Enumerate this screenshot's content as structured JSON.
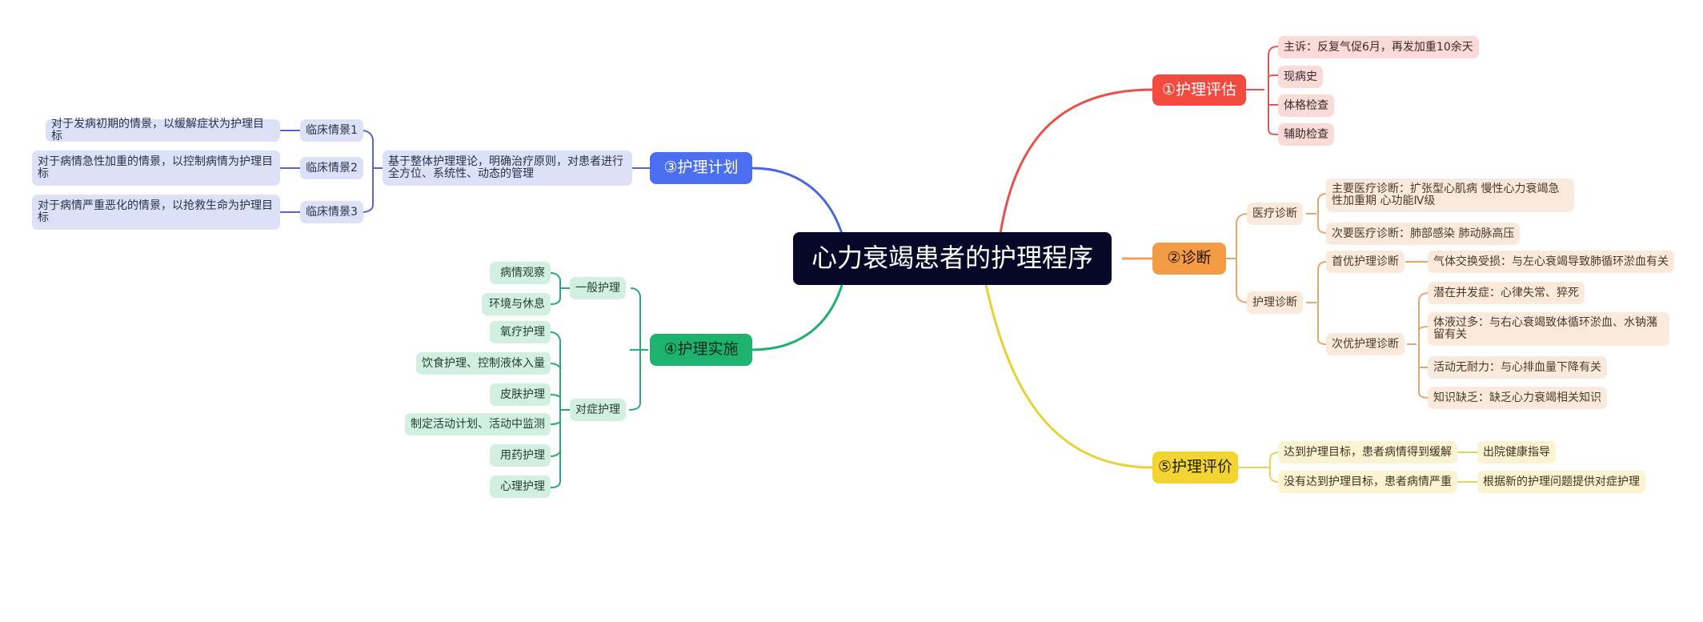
{
  "root": {
    "label": "心力衰竭患者的护理程序"
  },
  "colors": {
    "root_bg": "#070727",
    "assessment": "#f24a3e",
    "diagnosis": "#f39a45",
    "planning": "#4c6ef0",
    "implementation": "#1db36e",
    "evaluation": "#f2d530"
  },
  "assessment": {
    "label": "①护理评估",
    "children": [
      "主诉：反复气促6月，再发加重10余天",
      "现病史",
      "体格检查",
      "辅助检查"
    ]
  },
  "diagnosis": {
    "label": "②诊断",
    "medical": {
      "label": "医疗诊断",
      "primary": "主要医疗诊断：扩张型心肌病 慢性心力衰竭急性加重期 心功能Ⅳ级",
      "secondary": "次要医疗诊断：肺部感染 肺动脉高压"
    },
    "nursing": {
      "label": "护理诊断",
      "first": {
        "label": "首优护理诊断",
        "child": "气体交换受损：与左心衰竭导致肺循环淤血有关"
      },
      "second": {
        "label": "次优护理诊断",
        "children": [
          "潜在并发症：心律失常、猝死",
          "体液过多：与右心衰竭致体循环淤血、水钠潴留有关",
          "活动无耐力：与心排血量下降有关",
          "知识缺乏：缺乏心力衰竭相关知识"
        ]
      }
    }
  },
  "planning": {
    "label": "③护理计划",
    "principle": "基于整体护理理论，明确治疗原则，对患者进行全方位、系统性、动态的管理",
    "scenarios": [
      {
        "label": "临床情景1",
        "goal": "对于发病初期的情景，以缓解症状为护理目标"
      },
      {
        "label": "临床情景2",
        "goal": "对于病情急性加重的情景，以控制病情为护理目标"
      },
      {
        "label": "临床情景3",
        "goal": "对于病情严重恶化的情景，以抢救生命为护理目标"
      }
    ]
  },
  "implementation": {
    "label": "④护理实施",
    "general": {
      "label": "一般护理",
      "children": [
        "病情观察",
        "环境与休息"
      ]
    },
    "symptomatic": {
      "label": "对症护理",
      "children": [
        "氧疗护理",
        "饮食护理、控制液体入量",
        "皮肤护理",
        "制定活动计划、活动中监测",
        "用药护理",
        "心理护理"
      ]
    }
  },
  "evaluation": {
    "label": "⑤护理评价",
    "outcomes": [
      {
        "label": "达到护理目标，患者病情得到缓解",
        "action": "出院健康指导"
      },
      {
        "label": "没有达到护理目标，患者病情严重",
        "action": "根据新的护理问题提供对症护理"
      }
    ]
  }
}
